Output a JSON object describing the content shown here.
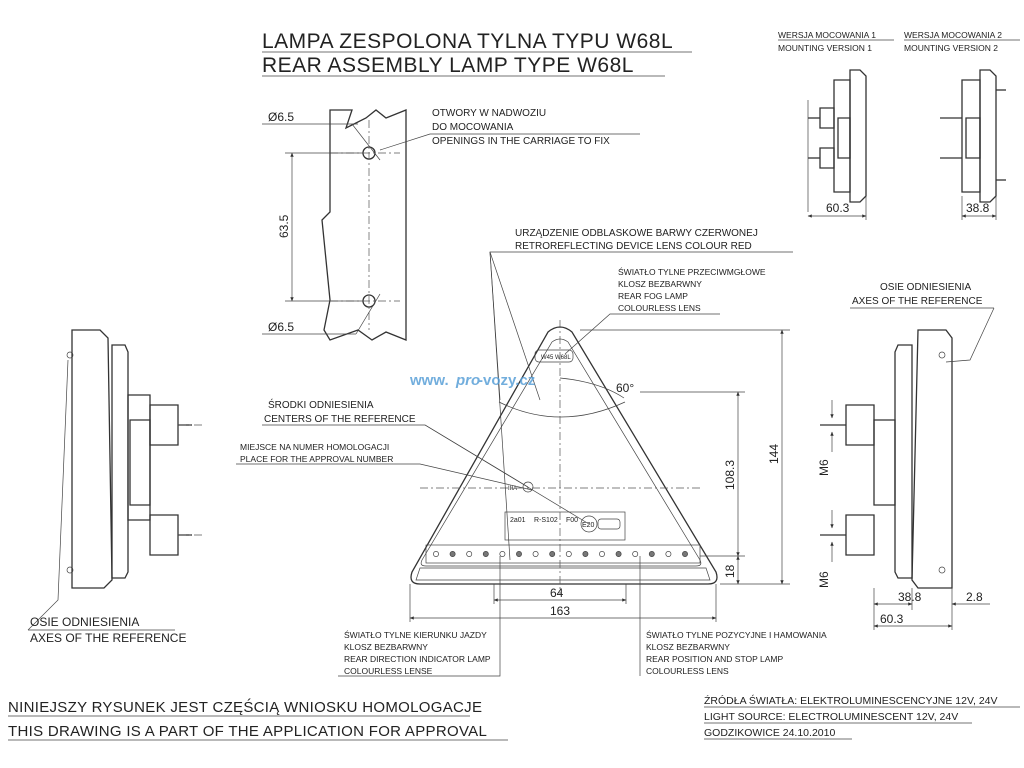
{
  "title": {
    "line1": "LAMPA ZESPOLONA TYLNA  TYPU W68L",
    "line2": "REAR ASSEMBLY LAMP TYPE W68L"
  },
  "mounting": {
    "v1_pl": "WERSJA MOCOWANIA 1",
    "v1_en": "MOUNTING VERSION 1",
    "v2_pl": "WERSJA MOCOWANIA 2",
    "v2_en": "MOUNTING VERSION 2",
    "v1_dim": "60.3",
    "v2_dim": "38.8"
  },
  "detail": {
    "hole_top": "Ø6.5",
    "hole_bottom": "Ø6.5",
    "spacing": "63.5",
    "openings_pl_1": "OTWORY W NADWOZIU",
    "openings_pl_2": "DO MOCOWANIA",
    "openings_en": "OPENINGS IN THE CARRIAGE TO FIX"
  },
  "callouts": {
    "retro_pl": "URZĄDZENIE ODBLASKOWE BARWY CZERWONEJ",
    "retro_en": "RETROREFLECTING DEVICE LENS COLOUR RED",
    "fog_1": "ŚWIATŁO TYLNE PRZECIWMGŁOWE",
    "fog_2": "KLOSZ BEZBARWNY",
    "fog_3": "REAR FOG LAMP",
    "fog_4": "COLOURLESS LENS",
    "axes_right_pl": "OSIE ODNIESIENIA",
    "axes_right_en": "AXES OF THE REFERENCE",
    "centers_pl": "ŚRODKI ODNIESIENIA",
    "centers_en": "CENTERS OF THE REFERENCE",
    "approval_pl": "MIEJSCE NA NUMER HOMOLOGACJI",
    "approval_en": "PLACE FOR THE APPROVAL NUMBER",
    "axes_left_pl": "OSIE ODNIESIENIA",
    "axes_left_en": "AXES OF THE REFERENCE",
    "dir_1": "ŚWIATŁO TYLNE KIERUNKU JAZDY",
    "dir_2": "KLOSZ BEZBARWNY",
    "dir_3": "REAR DIRECTION INDICATOR LAMP",
    "dir_4": "COLOURLESS LENSE",
    "pos_1": "ŚWIATŁO TYLNE POZYCYJNE I HAMOWANIA",
    "pos_2": "KLOSZ BEZBARWNY",
    "pos_3": "REAR POSITION AND STOP LAMP",
    "pos_4": "COLOURLESS LENS"
  },
  "dimensions": {
    "angle": "60°",
    "h_108": "108.3",
    "h_144": "144",
    "h_18": "18",
    "w_64": "64",
    "w_163": "163",
    "m6_top": "M6",
    "m6_bottom": "M6",
    "side_38": "38.8",
    "side_28": "2.8",
    "side_60": "60.3"
  },
  "lamp_marks": {
    "top_code": "W45 W68L",
    "mid_mark": "IIIA",
    "e_mark": "E20",
    "codes_1": "2a01",
    "codes_2": "R-S102",
    "codes_3": "F00"
  },
  "watermark": {
    "prefix": "www.",
    "middle": "pro",
    "suffix": "-vozy.cz"
  },
  "footer": {
    "note_pl": "NINIEJSZY RYSUNEK JEST CZĘŚCIĄ WNIOSKU  HOMOLOGACJE",
    "note_en": "THIS DRAWING IS A PART OF THE APPLICATION FOR  APPROVAL",
    "source_pl": "ŹRÓDŁA ŚWIATŁA: ELEKTROLUMINESCENCYJNE  12V, 24V",
    "source_en": "LIGHT SOURCE: ELECTROLUMINESCENT  12V, 24V",
    "place_date": "GODZIKOWICE 24.10.2010"
  },
  "colors": {
    "line": "#333333",
    "watermark": "#5aa0d8"
  }
}
